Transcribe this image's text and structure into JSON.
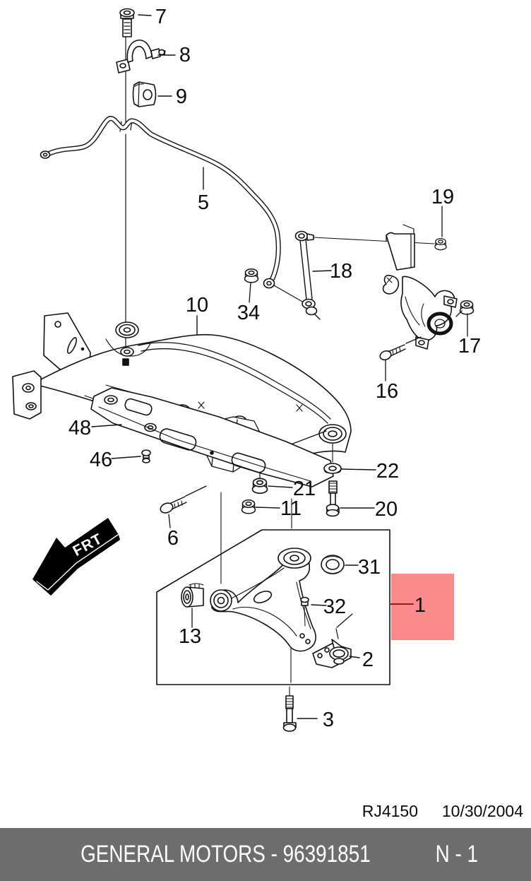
{
  "page": {
    "background": "#ffffff",
    "ink": "#111111"
  },
  "diagram": {
    "kind": "exploded-parts-diagram",
    "subject": "front suspension crossmember, stabilizer shaft and lower control arm",
    "frt_label": "FRT",
    "callouts": {
      "c1": "1",
      "c2": "2",
      "c3": "3",
      "c5": "5",
      "c6": "6",
      "c7": "7",
      "c8": "8",
      "c9": "9",
      "c10": "10",
      "c11": "11",
      "c13": "13",
      "c16": "16",
      "c17": "17",
      "c18": "18",
      "c19": "19",
      "c20": "20",
      "c21": "21",
      "c22": "22",
      "c31": "31",
      "c32": "32",
      "c34": "34",
      "c46": "46",
      "c48": "48"
    },
    "highlight": {
      "callout": "1",
      "fill": "#fb8a8a",
      "label_color": "#8b1d1d"
    }
  },
  "stamp": {
    "code": "RJ4150",
    "date": "10/30/2004"
  },
  "footer": {
    "text": "GENERAL MOTORS - 96391851",
    "page": "N - 1",
    "background": "#6d6d6d",
    "text_color": "#ffffff"
  }
}
